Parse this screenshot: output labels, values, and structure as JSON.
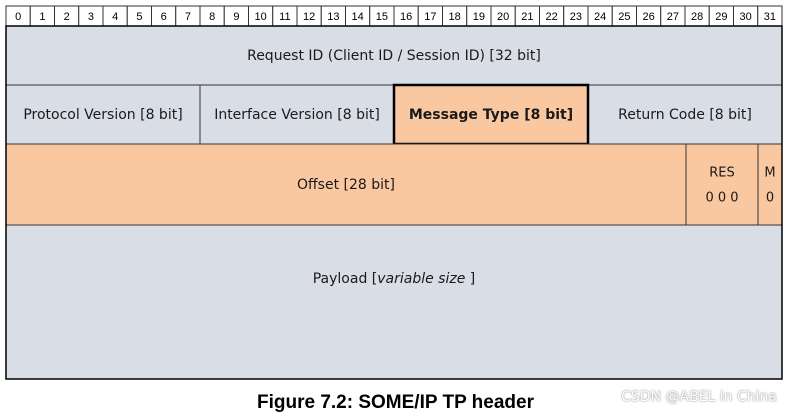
{
  "bit_numbers": [
    "0",
    "1",
    "2",
    "3",
    "4",
    "5",
    "6",
    "7",
    "8",
    "9",
    "10",
    "11",
    "12",
    "13",
    "14",
    "15",
    "16",
    "17",
    "18",
    "19",
    "20",
    "21",
    "22",
    "23",
    "24",
    "25",
    "26",
    "27",
    "28",
    "29",
    "30",
    "31"
  ],
  "fields": {
    "request_id": "Request ID (Client ID / Session ID) [32 bit]",
    "protocol_version": "Protocol Version [8 bit]",
    "interface_version": "Interface Version [8 bit]",
    "message_type": "Message Type [8 bit]",
    "return_code": "Return Code [8 bit]",
    "offset": "Offset [28 bit]",
    "res_label": "RES",
    "res_value": "0 0 0",
    "m_label": "M",
    "m_value": "0",
    "payload_prefix": "Payload [",
    "payload_size": "variable size",
    "payload_suffix": " ]"
  },
  "colors": {
    "gray_field": "#d9dde6",
    "orange_field": "#fac8a0"
  },
  "caption": "Figure 7.2: SOME/IP TP header",
  "watermark": "CSDN @ABEL in China"
}
